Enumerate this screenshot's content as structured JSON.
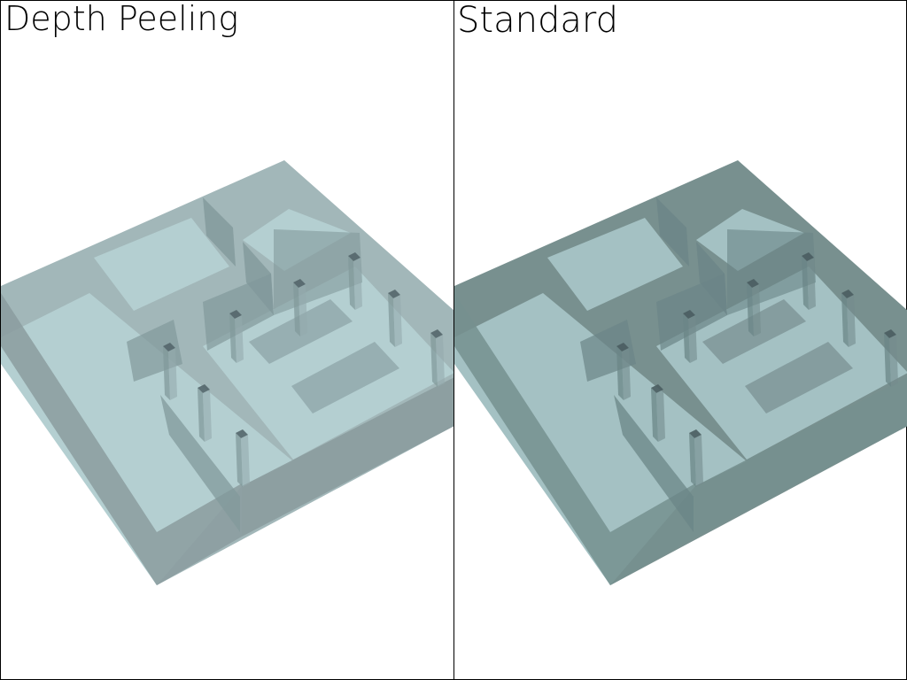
{
  "panels": [
    {
      "id": "depth-peeling",
      "title": "Depth Peeling",
      "colors": {
        "floor": "#b4cfd1",
        "slab_top": "#a2b7b9",
        "wall_front": "#8b9c9f",
        "wall_side": "#94aaad",
        "inner_wall": "#82999b",
        "dark": "#54666b",
        "edge": "#7a9093"
      }
    },
    {
      "id": "standard",
      "title": "Standard",
      "colors": {
        "floor": "#a4c1c3",
        "slab_top": "#78908f",
        "wall_front": "#76908f",
        "wall_side": "#748c8e",
        "inner_wall": "#6b8587",
        "dark": "#4a5d61",
        "edge": "#65797c"
      }
    }
  ]
}
